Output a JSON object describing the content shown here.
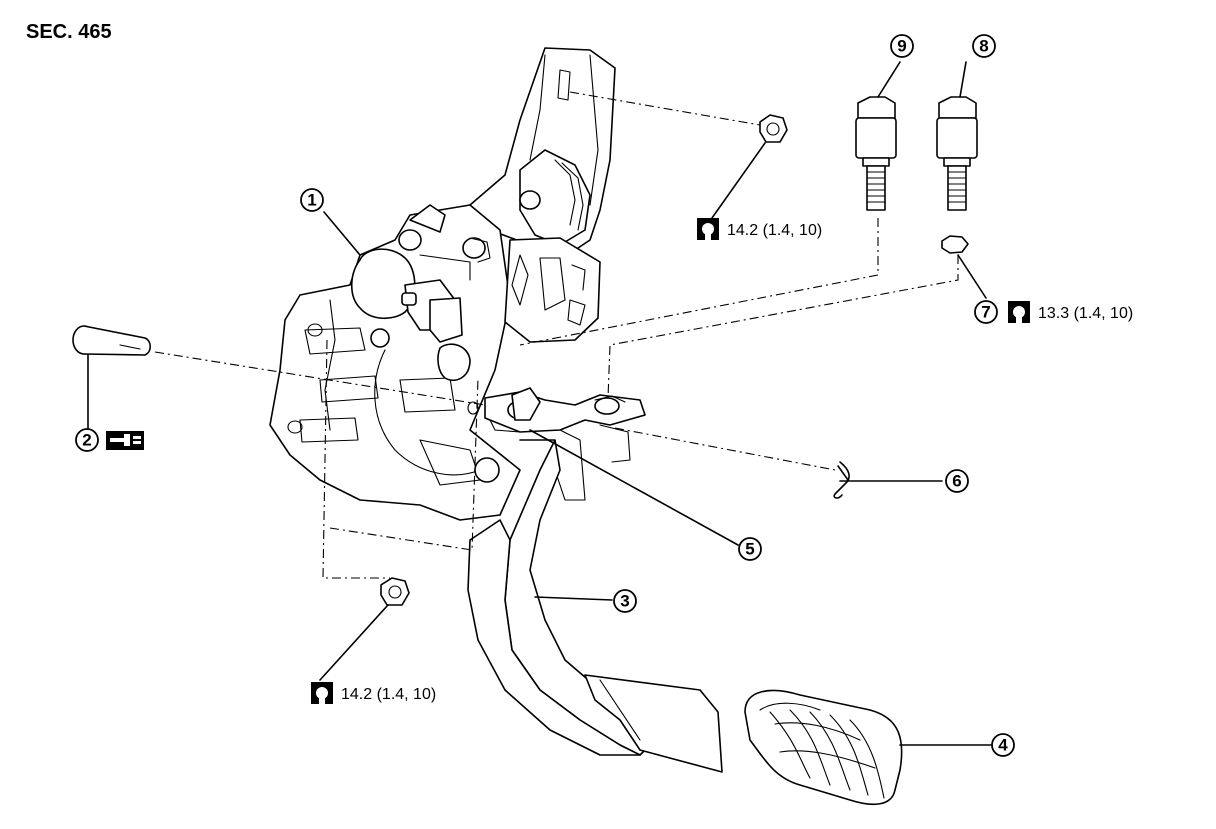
{
  "section_label": "SEC. 465",
  "callouts": [
    {
      "id": "1",
      "label": "1"
    },
    {
      "id": "2",
      "label": "2"
    },
    {
      "id": "3",
      "label": "3"
    },
    {
      "id": "4",
      "label": "4"
    },
    {
      "id": "5",
      "label": "5"
    },
    {
      "id": "6",
      "label": "6"
    },
    {
      "id": "7",
      "label": "7"
    },
    {
      "id": "8",
      "label": "8"
    },
    {
      "id": "9",
      "label": "9"
    }
  ],
  "torque_specs": {
    "upper_nut": "14.2 (1.4, 10)",
    "lower_nut": "14.2 (1.4, 10)",
    "locknut_7": "13.3 (1.4, 10)"
  },
  "icons": {
    "torque": "torque-wrench-icon",
    "grease": "grease-icon"
  }
}
